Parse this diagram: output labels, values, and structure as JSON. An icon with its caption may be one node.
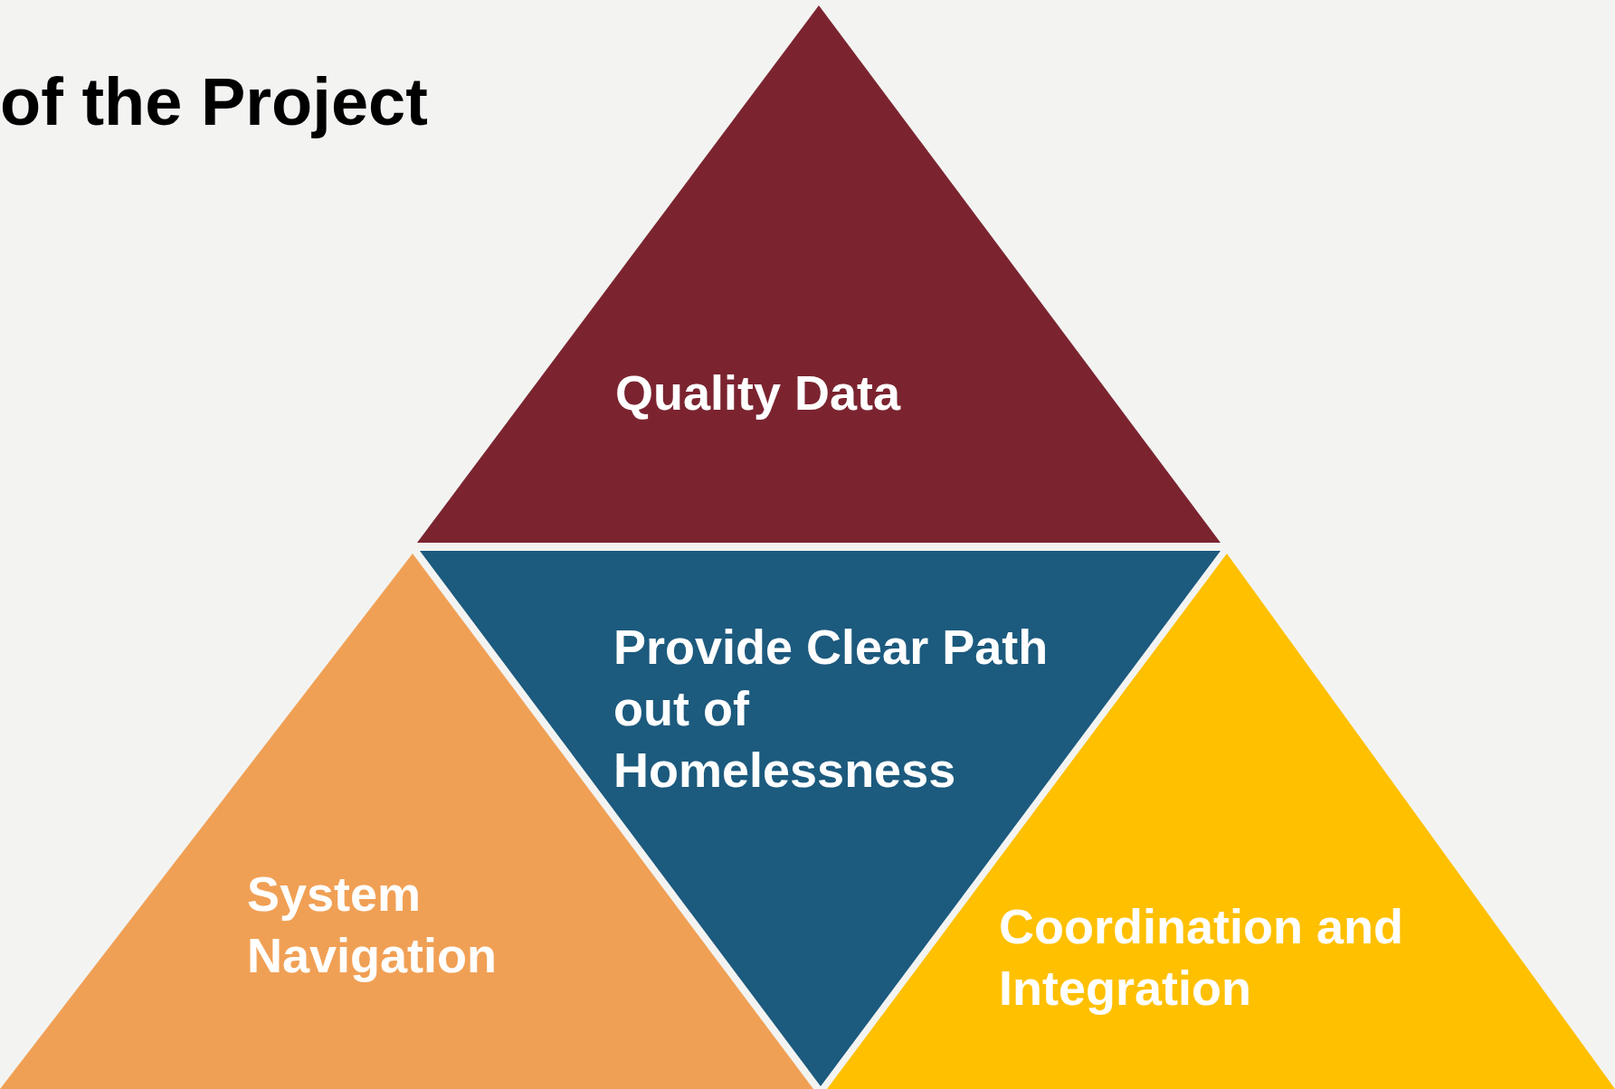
{
  "diagram": {
    "title": "of the Project",
    "nodes": [
      {
        "text": [
          "Quality Data"
        ]
      },
      {
        "text": [
          "Provide Clear Path out of Homelessness"
        ]
      },
      {
        "text": [
          "System Navigation"
        ]
      },
      {
        "text": [
          "Coordination and Integration"
        ]
      }
    ]
  }
}
